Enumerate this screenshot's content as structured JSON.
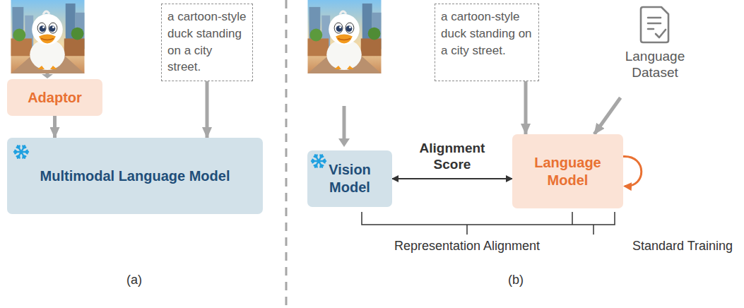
{
  "diagram": {
    "nodes": [
      {
        "text": [
          "Adaptor"
        ]
      },
      {
        "text": [
          "a cartoon-style duck standing on a city street."
        ]
      },
      {
        "text": [
          "Multimodal Language Model"
        ]
      },
      {
        "text": [
          "a cartoon-style duck standing on a city street."
        ]
      },
      {
        "text": [
          "Vision Model"
        ]
      },
      {
        "text": [
          "Language Model"
        ]
      },
      {
        "text": [
          "Language Dataset"
        ]
      }
    ],
    "edges": [
      {
        "from": 0,
        "to": 2,
        "arrow": "to"
      },
      {
        "from": 1,
        "to": 2,
        "arrow": "to"
      },
      {
        "from": 3,
        "to": 5,
        "arrow": "to"
      },
      {
        "from": 4,
        "to": 5,
        "label": "Alignment Score",
        "arrow": "both"
      },
      {
        "from": 6,
        "to": 5,
        "arrow": "to"
      },
      {
        "from": 5,
        "to": 5,
        "arrow": "to"
      }
    ],
    "labels": [
      "Representation Alignment",
      "Standard Training",
      "(a)",
      "(b)"
    ]
  }
}
